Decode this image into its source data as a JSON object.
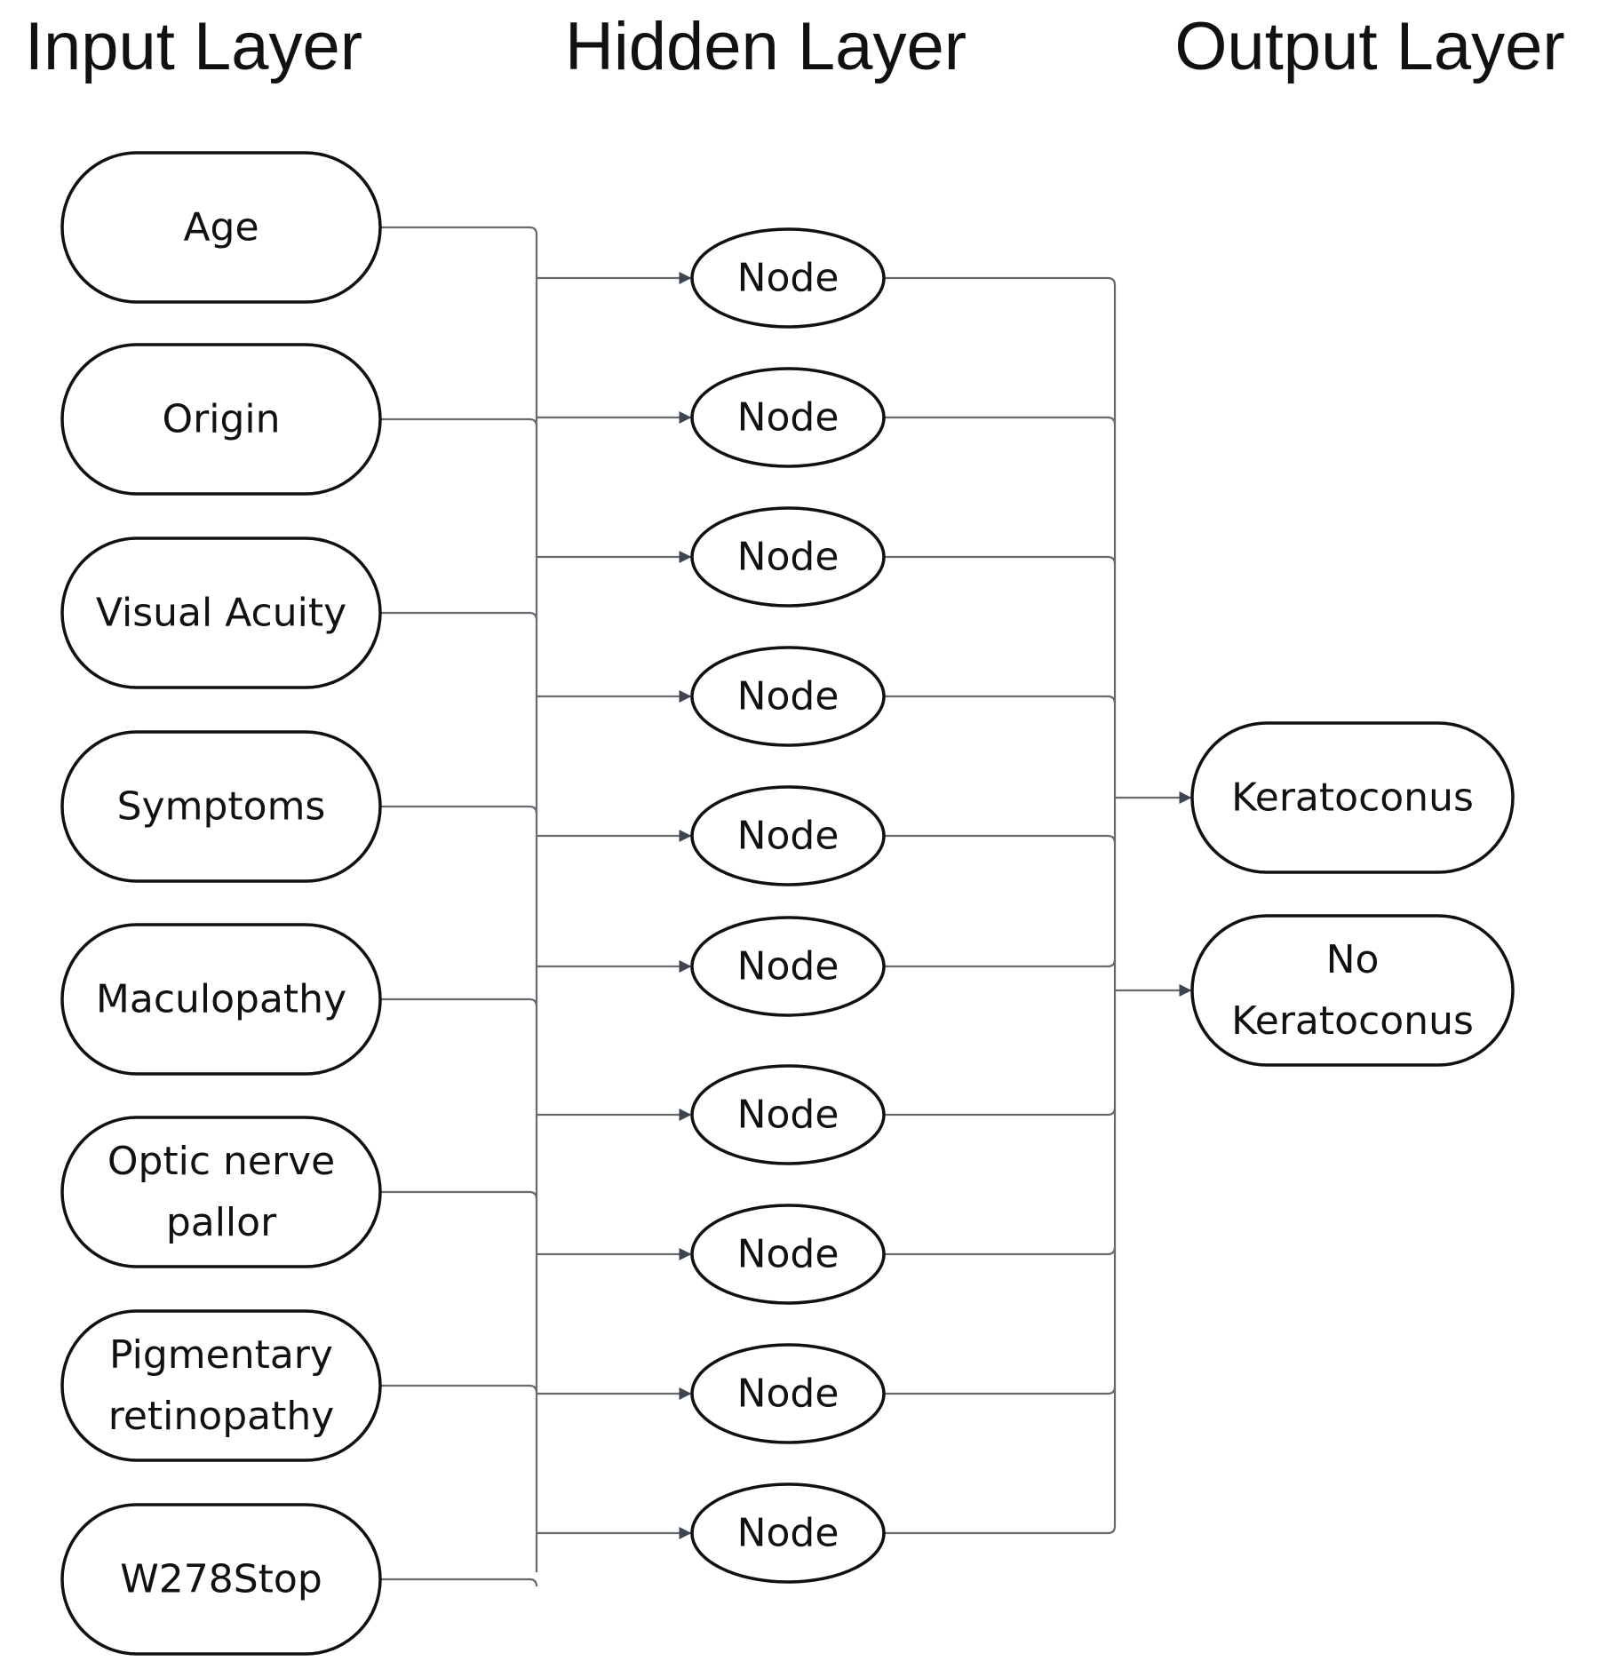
{
  "layers": {
    "input": "Input Layer",
    "hidden": "Hidden Layer",
    "output": "Output Layer"
  },
  "inputs": [
    {
      "lines": [
        "Age"
      ]
    },
    {
      "lines": [
        "Origin"
      ]
    },
    {
      "lines": [
        "Visual Acuity"
      ]
    },
    {
      "lines": [
        "Symptoms"
      ]
    },
    {
      "lines": [
        "Maculopathy"
      ]
    },
    {
      "lines": [
        "Optic nerve",
        "pallor"
      ]
    },
    {
      "lines": [
        "Pigmentary",
        "retinopathy"
      ]
    },
    {
      "lines": [
        "W278Stop"
      ]
    }
  ],
  "hidden": [
    "Node",
    "Node",
    "Node",
    "Node",
    "Node",
    "Node",
    "Node",
    "Node",
    "Node",
    "Node"
  ],
  "outputs": [
    {
      "lines": [
        "Keratoconus"
      ]
    },
    {
      "lines": [
        "No",
        "Keratoconus"
      ]
    }
  ],
  "colors": {
    "stroke": "#111111",
    "wire": "#666a70",
    "arrow": "#3d4650"
  }
}
